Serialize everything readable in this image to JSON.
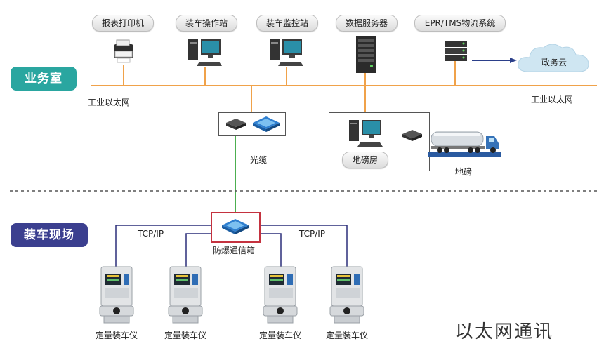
{
  "office": {
    "zone_label": "业务室",
    "network_left": "工业以太网",
    "network_right": "工业以太网",
    "nodes": [
      {
        "label": "报表打印机"
      },
      {
        "label": "装车操作站"
      },
      {
        "label": "装车监控站"
      },
      {
        "label": "数据服务器"
      },
      {
        "label": "EPR/TMS物流系统"
      }
    ],
    "cloud_label": "政务云",
    "fiber_label": "光缆",
    "weighbridge_room_label": "地磅房",
    "weighbridge_label": "地磅"
  },
  "site": {
    "zone_label": "装车现场",
    "tcp_left": "TCP/IP",
    "tcp_right": "TCP/IP",
    "explosion_box_label": "防爆通信箱",
    "devices": [
      {
        "label": "定量装车仪"
      },
      {
        "label": "定量装车仪"
      },
      {
        "label": "定量装车仪"
      },
      {
        "label": "定量装车仪"
      }
    ]
  },
  "caption": "以太网通讯",
  "colors": {
    "office_zone": "#2aa6a0",
    "site_zone": "#3b3f8f",
    "ethernet": "#f0a24a",
    "fiber": "#4caf50",
    "tcp": "#2b2f7a",
    "highlight_box": "#c4323f"
  }
}
